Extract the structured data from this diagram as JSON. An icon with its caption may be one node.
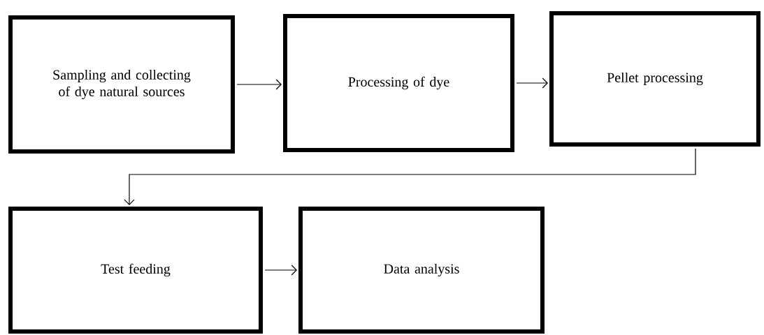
{
  "diagram": {
    "nodes": [
      {
        "text": [
          "Sampling and collecting of dye natural sources"
        ]
      },
      {
        "text": [
          "Processing of dye"
        ]
      },
      {
        "text": [
          "Pellet processing"
        ]
      },
      {
        "text": [
          "Test feeding"
        ]
      },
      {
        "text": [
          "Data analysis"
        ]
      }
    ],
    "edges": [
      {
        "from": 0,
        "to": 1,
        "arrow": "to"
      },
      {
        "from": 1,
        "to": 2,
        "arrow": "to"
      },
      {
        "from": 2,
        "to": 3,
        "arrow": "to"
      },
      {
        "from": 3,
        "to": 4,
        "arrow": "to"
      }
    ]
  }
}
